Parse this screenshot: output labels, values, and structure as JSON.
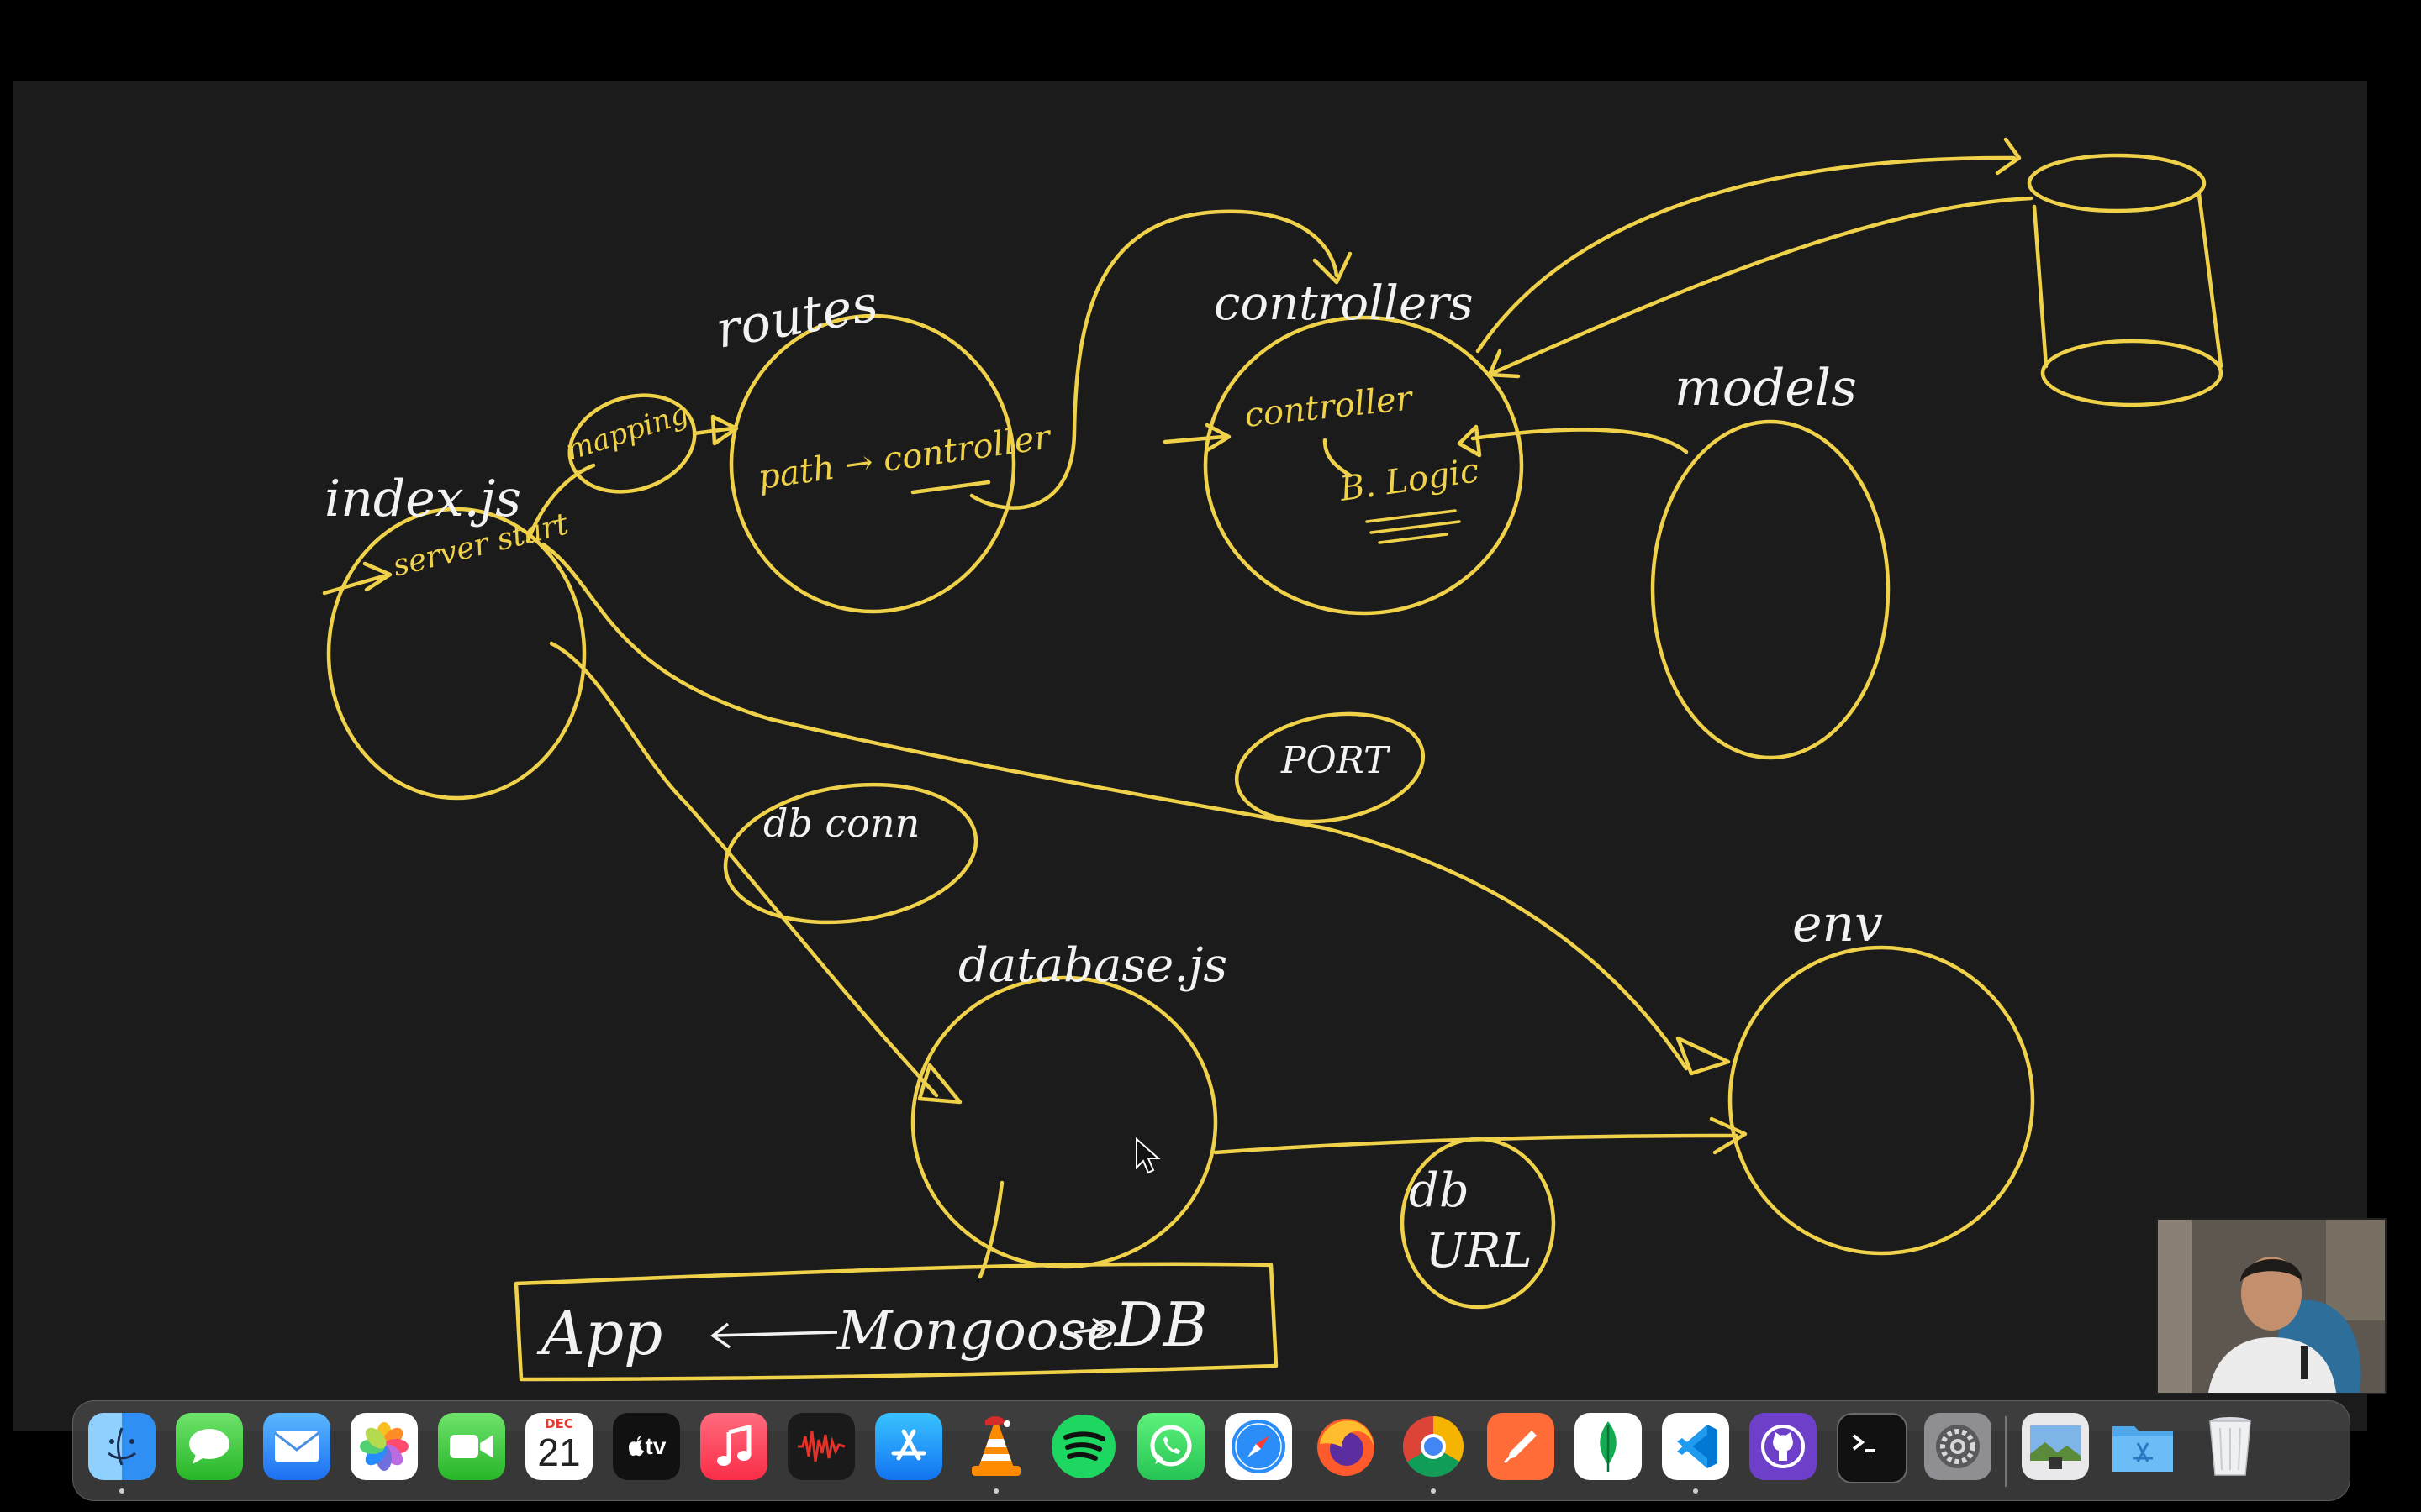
{
  "whiteboard": {
    "labels": {
      "index_js": "index.js",
      "server_start": "server start",
      "routes": "routes",
      "mapping": "mapping",
      "path_controller": "path → controller",
      "controllers": "controllers",
      "controller": "controller",
      "b_logic": "B. Logic",
      "models": "models",
      "port": "PORT",
      "db_conn": "db conn",
      "database_js": "database.js",
      "env": "env",
      "db_url_1": "db",
      "db_url_2": "URL",
      "app": "App",
      "mongoose": "Mongoose",
      "db": "DB"
    },
    "ink_color": "#f0d24a",
    "text_color": "#f2f2f2"
  },
  "dock": {
    "items": [
      {
        "name": "Finder",
        "icon": "finder-icon",
        "running": true
      },
      {
        "name": "Messages",
        "icon": "messages-icon",
        "running": false
      },
      {
        "name": "Mail",
        "icon": "mail-icon",
        "running": false
      },
      {
        "name": "Photos",
        "icon": "photos-icon",
        "running": false
      },
      {
        "name": "FaceTime",
        "icon": "facetime-icon",
        "running": false
      },
      {
        "name": "Calendar",
        "icon": "calendar-icon",
        "running": false,
        "month": "DEC",
        "day": "21"
      },
      {
        "name": "TV",
        "icon": "apple-tv-icon",
        "running": false,
        "text": "tv"
      },
      {
        "name": "Music",
        "icon": "music-icon",
        "running": false
      },
      {
        "name": "Audio Recorder",
        "icon": "waveform-icon",
        "running": false
      },
      {
        "name": "App Store",
        "icon": "app-store-icon",
        "running": false
      },
      {
        "name": "VLC",
        "icon": "vlc-icon",
        "running": true
      },
      {
        "name": "Spotify",
        "icon": "spotify-icon",
        "running": false
      },
      {
        "name": "WhatsApp",
        "icon": "whatsapp-icon",
        "running": false
      },
      {
        "name": "Safari",
        "icon": "safari-icon",
        "running": false
      },
      {
        "name": "Firefox",
        "icon": "firefox-icon",
        "running": false
      },
      {
        "name": "Chrome",
        "icon": "chrome-icon",
        "running": true
      },
      {
        "name": "Postman",
        "icon": "postman-icon",
        "running": false
      },
      {
        "name": "MongoDB Compass",
        "icon": "mongodb-leaf-icon",
        "running": false
      },
      {
        "name": "VS Code",
        "icon": "vscode-icon",
        "running": true
      },
      {
        "name": "GitHub Desktop",
        "icon": "github-icon",
        "running": false
      },
      {
        "name": "Terminal",
        "icon": "terminal-icon",
        "running": false
      },
      {
        "name": "System Settings",
        "icon": "gear-icon",
        "running": false
      },
      {
        "name": "Preview",
        "icon": "preview-icon",
        "running": false
      },
      {
        "name": "Applications",
        "icon": "applications-folder-icon",
        "running": false
      },
      {
        "name": "Trash",
        "icon": "trash-icon",
        "running": false
      }
    ]
  }
}
